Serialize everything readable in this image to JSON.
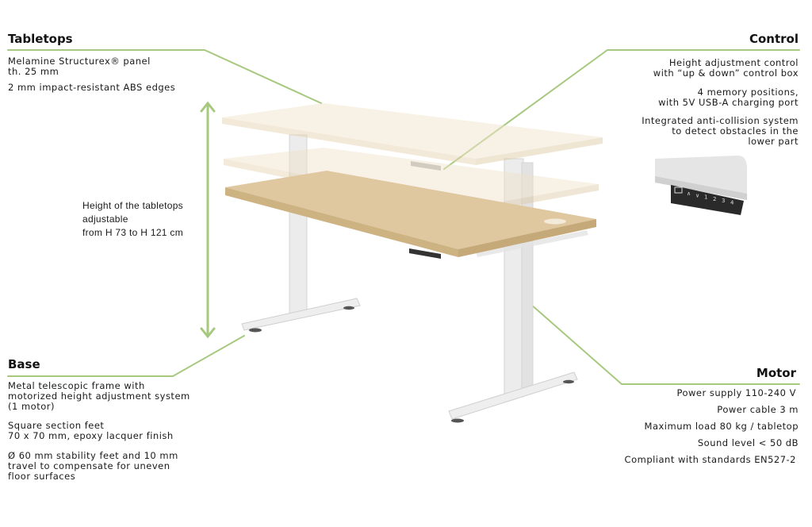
{
  "colors": {
    "callout_green": "#a7c97f",
    "oak": "#d9c29a",
    "frame": "#e8e8e8",
    "text": "#1a1a1a"
  },
  "tabletops": {
    "title": "Tabletops",
    "lines": [
      "Melamine Structurex® panel\nth. 25 mm",
      "2 mm impact-resistant ABS edges"
    ]
  },
  "control": {
    "title": "Control",
    "lines": [
      "Height adjustment control\nwith “up & down” control box",
      "4 memory positions,\nwith 5V USB-A charging port",
      "Integrated anti-collision system\nto detect obstacles in the\nlower part"
    ]
  },
  "height": {
    "text": "Height of the tabletops\nadjustable\nfrom H 73 to H 121 cm"
  },
  "base": {
    "title": "Base",
    "lines": [
      "Metal telescopic frame with\nmotorized height adjustment system\n(1 motor)",
      "Square section feet\n70 x 70 mm, epoxy lacquer finish",
      "Ø 60 mm stability feet and 10 mm\ntravel to compensate for uneven\nfloor surfaces"
    ]
  },
  "motor": {
    "title": "Motor",
    "lines": [
      "Power supply 110-240 V",
      "Power cable 3 m",
      "Maximum load 80 kg / tabletop",
      "Sound level < 50 dB",
      "Compliant with standards EN527-2"
    ]
  },
  "control_box": {
    "key_labels": [
      "∧",
      "∨",
      "1",
      "2",
      "3",
      "4"
    ]
  }
}
